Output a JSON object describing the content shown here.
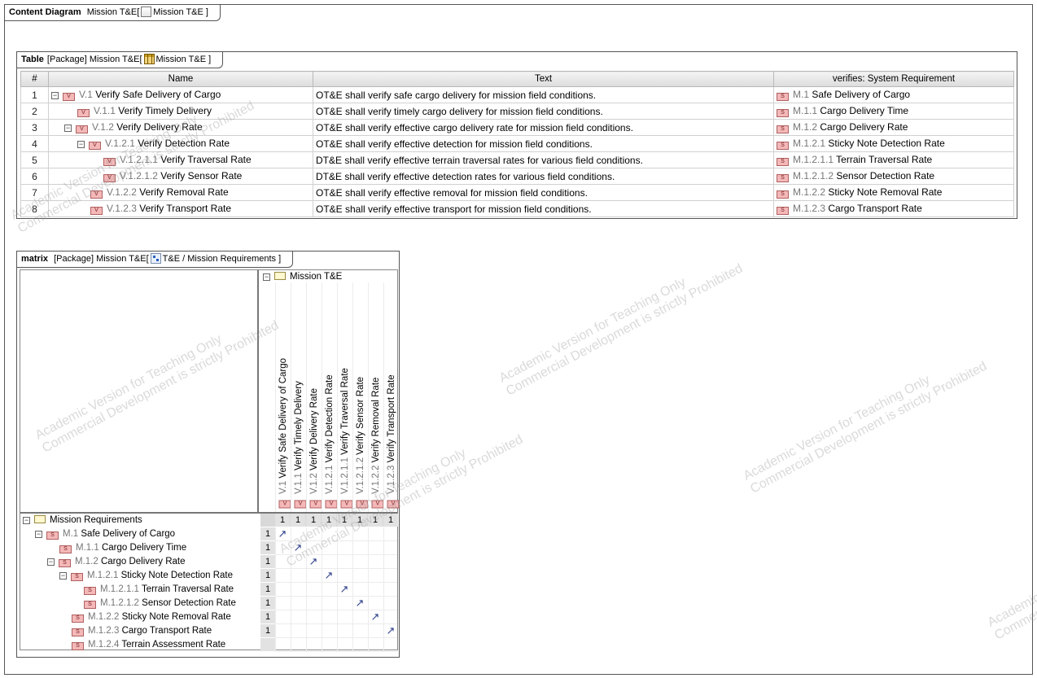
{
  "outer": {
    "kind": "Content Diagram",
    "name": "Mission T&E",
    "icon": "document-icon",
    "ref": "Mission T&E"
  },
  "table_frame": {
    "kind": "Table",
    "scope": "[Package] Mission T&E",
    "icon": "table-icon",
    "ref": "Mission T&E"
  },
  "table": {
    "headers": [
      "#",
      "Name",
      "Text",
      "verifies: System Requirement"
    ],
    "rows": [
      {
        "num": "1",
        "id": "V.1",
        "name": "Verify Safe Delivery of Cargo",
        "text": "OT&E shall verify safe cargo delivery for mission field conditions.",
        "req_id": "M.1",
        "req_name": "Safe Delivery of Cargo"
      },
      {
        "num": "2",
        "id": "V.1.1",
        "name": "Verify Timely Delivery",
        "text": "OT&E shall verify timely cargo delivery for mission field conditions.",
        "req_id": "M.1.1",
        "req_name": "Cargo Delivery Time"
      },
      {
        "num": "3",
        "id": "V.1.2",
        "name": "Verify Delivery Rate",
        "text": "OT&E shall verify effective cargo delivery rate for mission field conditions.",
        "req_id": "M.1.2",
        "req_name": "Cargo Delivery Rate"
      },
      {
        "num": "4",
        "id": "V.1.2.1",
        "name": "Verify Detection Rate",
        "text": "OT&E shall verify effective detection for mission field conditions.",
        "req_id": "M.1.2.1",
        "req_name": "Sticky Note Detection Rate"
      },
      {
        "num": "5",
        "id": "V.1.2.1.1",
        "name": "Verify Traversal Rate",
        "text": "DT&E shall verify effective terrain traversal rates for various field conditions.",
        "req_id": "M.1.2.1.1",
        "req_name": "Terrain Traversal Rate"
      },
      {
        "num": "6",
        "id": "V.1.2.1.2",
        "name": "Verify Sensor Rate",
        "text": "DT&E shall verify effective detection rates for various field conditions.",
        "req_id": "M.1.2.1.2",
        "req_name": "Sensor Detection Rate"
      },
      {
        "num": "7",
        "id": "V.1.2.2",
        "name": "Verify Removal Rate",
        "text": "OT&E shall verify effective removal for mission field conditions.",
        "req_id": "M.1.2.2",
        "req_name": "Sticky Note Removal Rate"
      },
      {
        "num": "8",
        "id": "V.1.2.3",
        "name": "Verify Transport Rate",
        "text": "OT&E shall verify effective transport for mission field conditions.",
        "req_id": "M.1.2.3",
        "req_name": "Cargo Transport Rate"
      }
    ]
  },
  "matrix_frame": {
    "kind": "matrix",
    "scope": "[Package] Mission T&E",
    "icon": "matrix-icon",
    "ref": "T&E / Mission Requirements"
  },
  "matrix": {
    "column_package": "Mission T&E",
    "columns": [
      {
        "id": "V.1",
        "name": "Verify Safe Delivery of Cargo"
      },
      {
        "id": "V.1.1",
        "name": "Verify Timely Delivery"
      },
      {
        "id": "V.1.2",
        "name": "Verify Delivery Rate"
      },
      {
        "id": "V.1.2.1",
        "name": "Verify Detection Rate"
      },
      {
        "id": "V.1.2.1.1",
        "name": "Verify Traversal Rate"
      },
      {
        "id": "V.1.2.1.2",
        "name": "Verify Sensor Rate"
      },
      {
        "id": "V.1.2.2",
        "name": "Verify Removal Rate"
      },
      {
        "id": "V.1.2.3",
        "name": "Verify Transport Rate"
      }
    ],
    "column_counts": [
      "1",
      "1",
      "1",
      "1",
      "1",
      "1",
      "1",
      "1"
    ],
    "row_package": "Mission Requirements",
    "rows": [
      {
        "id": "M.1",
        "name": "Safe Delivery of Cargo",
        "count": "1"
      },
      {
        "id": "M.1.1",
        "name": "Cargo Delivery Time",
        "count": "1"
      },
      {
        "id": "M.1.2",
        "name": "Cargo Delivery Rate",
        "count": "1"
      },
      {
        "id": "M.1.2.1",
        "name": "Sticky Note Detection Rate",
        "count": "1"
      },
      {
        "id": "M.1.2.1.1",
        "name": "Terrain Traversal Rate",
        "count": "1"
      },
      {
        "id": "M.1.2.1.2",
        "name": "Sensor Detection Rate",
        "count": "1"
      },
      {
        "id": "M.1.2.2",
        "name": "Sticky Note Removal Rate",
        "count": "1"
      },
      {
        "id": "M.1.2.3",
        "name": "Cargo Transport Rate",
        "count": "1"
      },
      {
        "id": "M.1.2.4",
        "name": "Terrain Assessment Rate",
        "count": ""
      }
    ],
    "arrow_symbol": "↗"
  },
  "watermark": {
    "line1": "Academic Version for Teaching Only",
    "line2": "Commercial Development is strictly Prohibited"
  },
  "colors": {
    "stereotype_fill": "#f4b8b8",
    "arrow": "#2c3e8a",
    "header_grey": "#dcdcdc"
  }
}
